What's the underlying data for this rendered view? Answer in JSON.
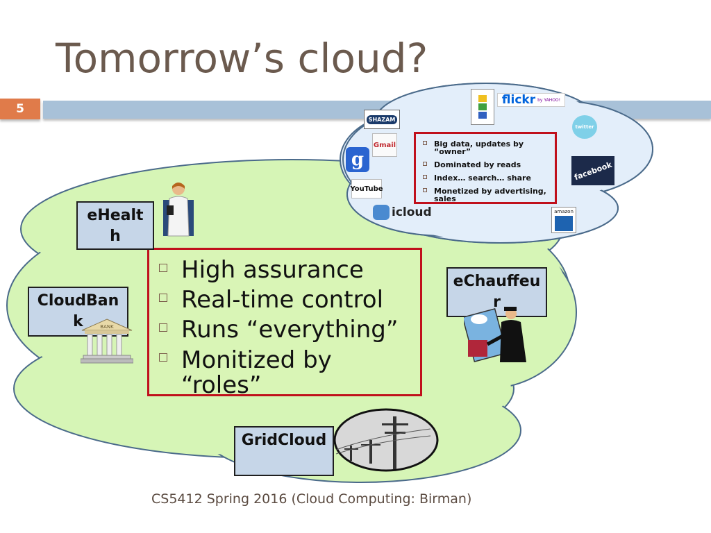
{
  "slide": {
    "title": "Tomorrow’s cloud?",
    "number": "5",
    "footer": "CS5412 Spring 2016 (Cloud Computing: Birman)"
  },
  "labels": {
    "ehealth": "eHealth",
    "cloudbank": "CloudBank",
    "echauffeur": "eChauffeur",
    "gridcloud": "GridCloud"
  },
  "main_bullets": [
    "High assurance",
    "Real-time control",
    "Runs “everything”",
    "Monitized by “roles”"
  ],
  "small_bullets": [
    "Big data, updates by “owner”",
    "Dominated by reads",
    "Index… search… share",
    "Monetized by advertising, sales"
  ],
  "logos": {
    "shazam": "SHAZAM",
    "gmail": "Gmail",
    "flickr": "flickr",
    "flickr_by": "by YAHOO!",
    "youtube": "YouTube",
    "icloud": "icloud",
    "amazon": "amazon",
    "facebook": "facebook",
    "twitter": "twitter",
    "bank": "BANK"
  },
  "colors": {
    "accent_orange": "#e07b4a",
    "bar_blue": "#a8c1d8",
    "cloud_green": "#d4f5b4",
    "cloud_blue": "#e3eefa",
    "red_border": "#c0101c",
    "label_fill": "#c6d6e8"
  }
}
